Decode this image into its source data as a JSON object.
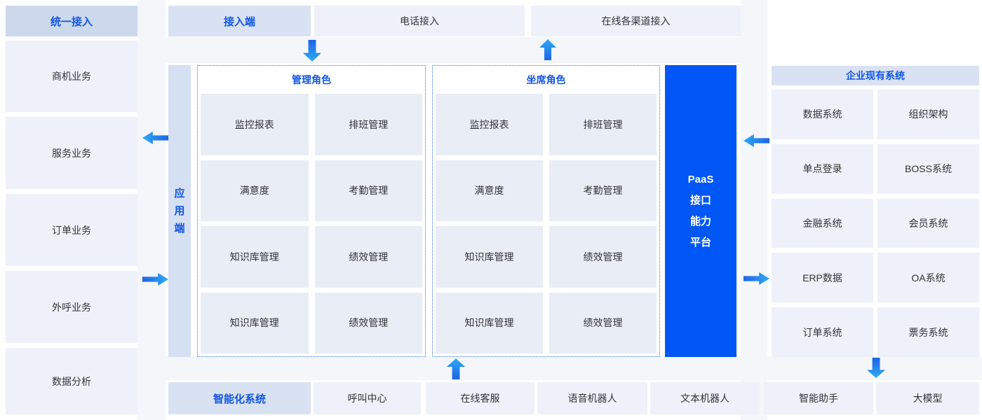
{
  "colors": {
    "header_bg": "#ccd8ec",
    "subheader_bg": "#d9e2f3",
    "block_bg": "#eef1f9",
    "cell_bg": "#e9edf6",
    "strip_bg": "#d5e0f2",
    "paas_bg": "#0057f5",
    "header_text": "#1156e3",
    "text_dark": "#333333",
    "dotted_border": "#2e6fe8",
    "arrow_tail": "#1e63e9",
    "arrow_tip": "#2eaaf4",
    "band_bg": "#f4f6fa"
  },
  "left_column": {
    "header": "统一接入",
    "items": [
      "商机业务",
      "服务业务",
      "订单业务",
      "外呼业务",
      "数据分析"
    ]
  },
  "top_row": {
    "header": "接入端",
    "items": [
      "电话接入",
      "在线各渠道接入"
    ]
  },
  "app_strip": {
    "label": "应用端"
  },
  "role_groups": [
    {
      "title": "管理角色",
      "cells": [
        "监控报表",
        "排班管理",
        "满意度",
        "考勤管理",
        "知识库管理",
        "绩效管理",
        "知识库管理",
        "绩效管理"
      ]
    },
    {
      "title": "坐席角色",
      "cells": [
        "监控报表",
        "排班管理",
        "满意度",
        "考勤管理",
        "知识库管理",
        "绩效管理",
        "知识库管理",
        "绩效管理"
      ]
    }
  ],
  "paas": {
    "lines": [
      "PaaS",
      "接口",
      "能力",
      "平台"
    ]
  },
  "right_column": {
    "header": "企业现有系统",
    "cells": [
      "数据系统",
      "组织架构",
      "单点登录",
      "BOSS系统",
      "金融系统",
      "会员系统",
      "ERP数据",
      "OA系统",
      "订单系统",
      "票务系统"
    ]
  },
  "bottom_row": {
    "header": "智能化系统",
    "items": [
      "呼叫中心",
      "在线客服",
      "语音机器人",
      "文本机器人",
      "智能助手",
      "大模型"
    ]
  },
  "icons": {
    "arrow_types": [
      "arrow-down",
      "arrow-up",
      "arrow-left",
      "arrow-right"
    ]
  }
}
